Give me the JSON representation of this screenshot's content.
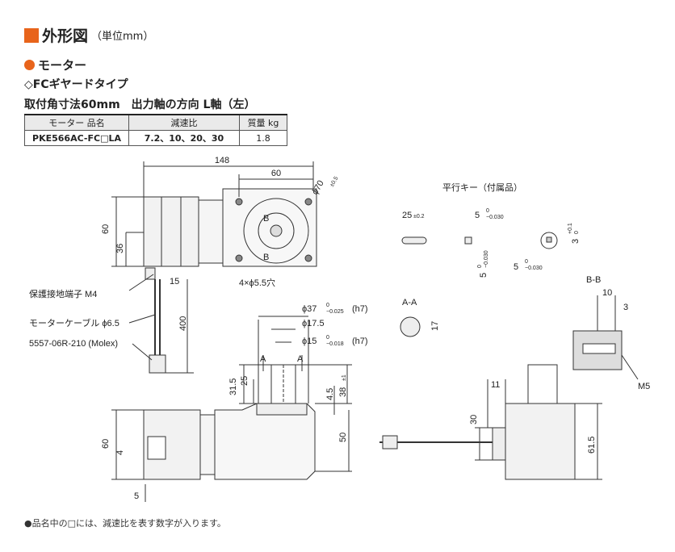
{
  "header": {
    "title": "外形図",
    "unit": "（単位mm）"
  },
  "motor_label": "モーター",
  "gear_type": "◇FCギヤードタイプ",
  "spec_line": "取付角寸法60mm　出力軸の方向 L軸（左）",
  "spec_table": {
    "headers": [
      "モーター 品名",
      "減速比",
      "質量 kg"
    ],
    "row": [
      "PKE566AC-FC□LA",
      "7.2、10、20、30",
      "1.8"
    ]
  },
  "dims": {
    "d148": "148",
    "d60top": "60",
    "phi70": "ϕ70",
    "tol70": "±0.5",
    "d60left": "60",
    "d36": "36",
    "d15": "15",
    "holes": "4×ϕ5.5穴",
    "d400": "400",
    "phi37": "ϕ37",
    "tol37a": "0",
    "tol37b": "−0.025",
    "h7a": "(h7)",
    "phi175": "ϕ17.5",
    "phi15": "ϕ15",
    "tol15a": "0",
    "tol15b": "−0.018",
    "h7b": "(h7)",
    "d315": "31.5",
    "d25": "25",
    "d45": "4.5",
    "d38": "38",
    "tol38": "±1",
    "d50": "50",
    "d60b": "60",
    "d4": "4",
    "d5": "5",
    "d11": "11",
    "d30": "30",
    "d615": "61.5",
    "aa1": "A",
    "aa2": "A",
    "bmark1": "B",
    "bmark2": "B",
    "m5": "M5",
    "d10": "10",
    "d3": "3",
    "d17": "17"
  },
  "key": {
    "title": "平行キー（付属品）",
    "len": "25",
    "len_tol": "±0.2",
    "w": "5",
    "wt1": "0",
    "wt2": "−0.030",
    "h": "3",
    "ht1": "+0.1",
    "ht2": "0",
    "w2": "5",
    "w2t1": "0",
    "w2t2": "−0.030",
    "w3": "5",
    "w3t1": "0",
    "w3t2": "−0.030"
  },
  "sections": {
    "aa": "A-A",
    "bb": "B-B"
  },
  "labels": {
    "ground": "保護接地端子 M4",
    "cable": "モーターケーブル ϕ6.5",
    "connector": "5557-06R-210 (Molex)"
  },
  "footnote": "●品名中の□には、減速比を表す数字が入ります。"
}
